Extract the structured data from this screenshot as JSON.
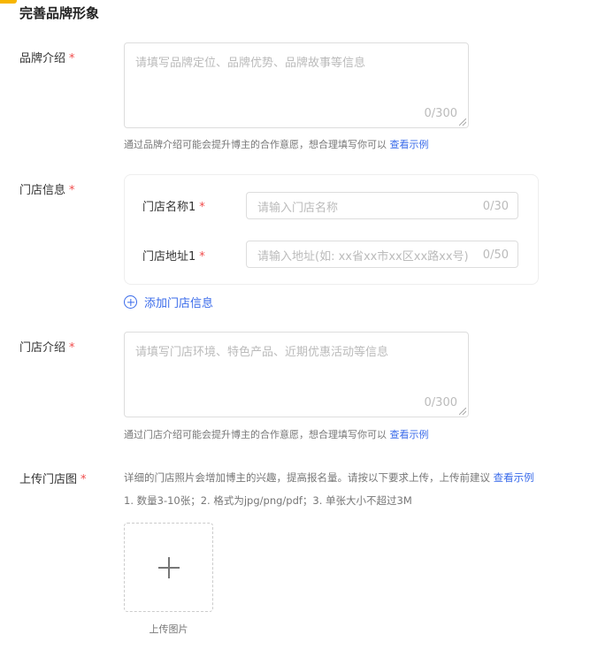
{
  "section_title": "完善品牌形象",
  "required_mark": "*",
  "brand_intro": {
    "label": "品牌介绍",
    "placeholder": "请填写品牌定位、品牌优势、品牌故事等信息",
    "count": "0/300",
    "hint": "通过品牌介绍可能会提升博主的合作意愿，想合理填写你可以 ",
    "link": "查看示例"
  },
  "store_info": {
    "label": "门店信息",
    "name_label": "门店名称1",
    "name_placeholder": "请输入门店名称",
    "name_count": "0/30",
    "addr_label": "门店地址1",
    "addr_placeholder": "请输入地址(如: xx省xx市xx区xx路xx号)",
    "addr_count": "0/50",
    "add_label": "添加门店信息"
  },
  "store_intro": {
    "label": "门店介绍",
    "placeholder": "请填写门店环境、特色产品、近期优惠活动等信息",
    "count": "0/300",
    "hint": "通过门店介绍可能会提升博主的合作意愿，想合理填写你可以 ",
    "link": "查看示例"
  },
  "upload": {
    "label": "上传门店图",
    "hint": "详细的门店照片会增加博主的兴趣，提高报名量。请按以下要求上传，上传前建议 ",
    "link": "查看示例",
    "rules": "1. 数量3-10张；2. 格式为jpg/png/pdf；3. 单张大小不超过3M",
    "button_label": "上传图片"
  },
  "colors": {
    "accent": "#f7b500",
    "link": "#3a6bea",
    "required": "#f04b4b"
  }
}
